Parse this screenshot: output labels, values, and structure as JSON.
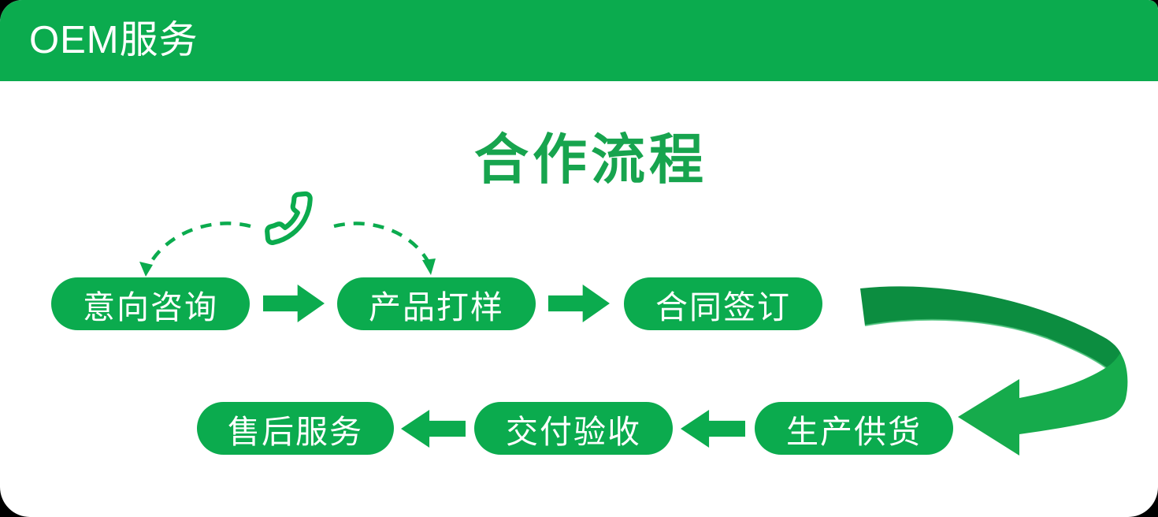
{
  "card": {
    "header": {
      "title": "OEM服务"
    },
    "title": "合作流程",
    "flow": {
      "row1": [
        {
          "label": "意向咨询"
        },
        {
          "label": "产品打样"
        },
        {
          "label": "合同签订"
        }
      ],
      "row2": [
        {
          "label": "售后服务"
        },
        {
          "label": "交付验收"
        },
        {
          "label": "生产供货"
        }
      ],
      "row1_arrow_direction": "right",
      "row2_arrow_direction": "left"
    },
    "icons": {
      "phone": "phone-handset-icon",
      "dashed_arcs": "dashed-connection-arrows",
      "swoosh": "curved-wrap-arrow"
    }
  },
  "colors": {
    "brand_green": "#0bab4e",
    "title_green": "#17a44e",
    "swoosh_dark": "#0c8d40",
    "swoosh_light": "#16ab4c",
    "text_white": "#ffffff"
  }
}
